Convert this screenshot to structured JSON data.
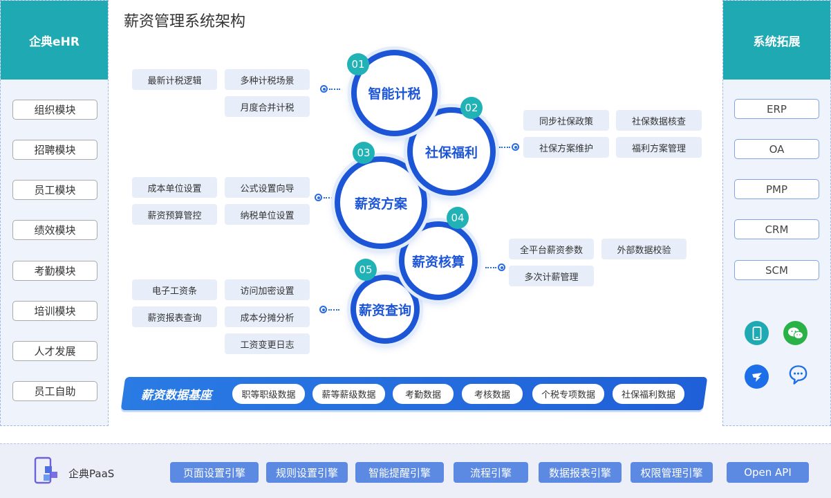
{
  "left_panel": {
    "title": "企典eHR",
    "items": [
      "组织模块",
      "招聘模块",
      "员工模块",
      "绩效模块",
      "考勤模块",
      "培训模块",
      "人才发展",
      "员工自助"
    ]
  },
  "right_panel": {
    "title": "系统拓展",
    "items": [
      "ERP",
      "OA",
      "PMP",
      "CRM",
      "SCM"
    ]
  },
  "page_title": "薪资管理系统架构",
  "modules": [
    {
      "num": "01",
      "label": "智能计税",
      "tags": [
        "最新计税逻辑",
        "多种计税场景",
        "月度合并计税"
      ]
    },
    {
      "num": "02",
      "label": "社保福利",
      "tags": [
        "同步社保政策",
        "社保数据核查",
        "社保方案维护",
        "福利方案管理"
      ]
    },
    {
      "num": "03",
      "label": "薪资方案",
      "tags": [
        "成本单位设置",
        "公式设置向导",
        "薪资预算管控",
        "纳税单位设置"
      ]
    },
    {
      "num": "04",
      "label": "薪资核算",
      "tags": [
        "全平台薪资参数",
        "外部数据校验",
        "多次计薪管理"
      ]
    },
    {
      "num": "05",
      "label": "薪资查询",
      "tags": [
        "电子工资条",
        "访问加密设置",
        "薪资报表查询",
        "成本分摊分析",
        "工资变更日志"
      ]
    }
  ],
  "data_base": {
    "title": "薪资数据基座",
    "items": [
      "职等职级数据",
      "薪等薪级数据",
      "考勤数据",
      "考核数据",
      "个税专项数据",
      "社保福利数据"
    ]
  },
  "paas": {
    "label": "企典PaaS",
    "engines": [
      "页面设置引擎",
      "规则设置引擎",
      "智能提醒引擎",
      "流程引擎",
      "数据报表引擎",
      "权限管理引擎",
      "Open API"
    ]
  },
  "colors": {
    "teal": "#1ea9b3",
    "primary_blue": "#1c55d6",
    "engine_blue": "#5c8ae3"
  },
  "icons": [
    "mobile-icon",
    "wechat-icon",
    "dingtalk-icon",
    "chat-icon"
  ]
}
